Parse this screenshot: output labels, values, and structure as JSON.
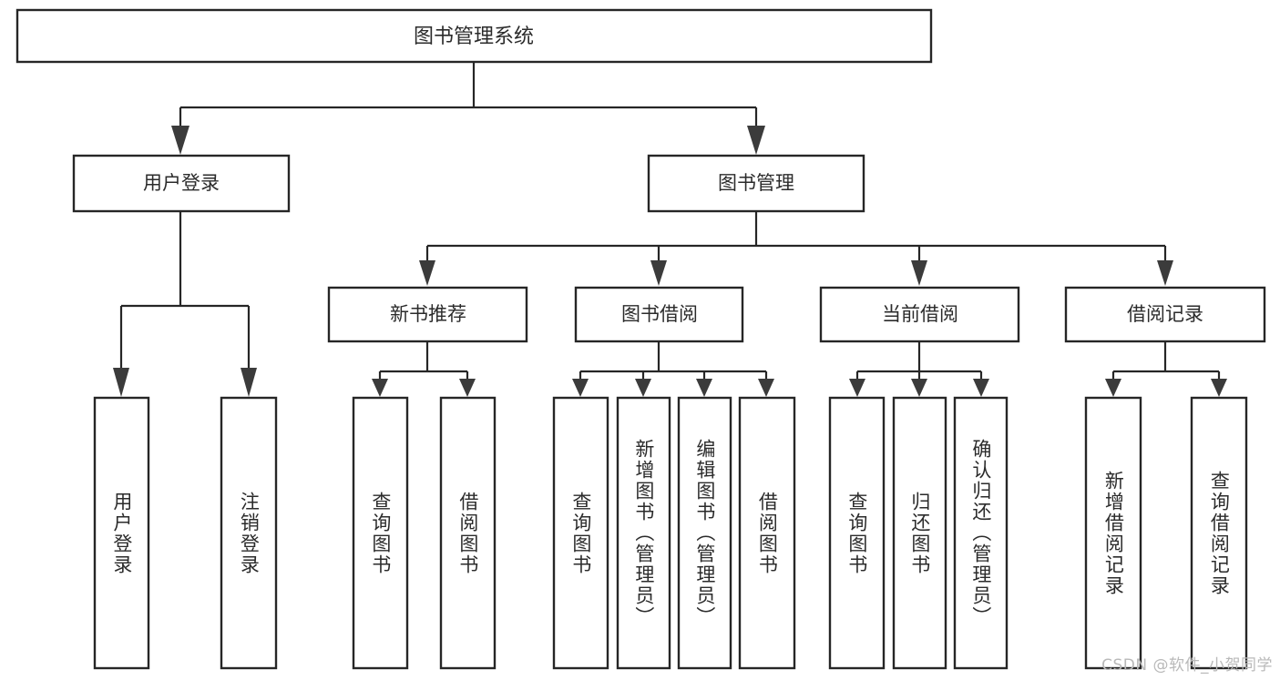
{
  "diagram": {
    "type": "tree",
    "title": "图书管理系统",
    "orientation": "top-down",
    "watermark": "CSDN @软件_小贺同学",
    "colors": {
      "background": "#ffffff",
      "box_stroke": "#262626",
      "box_fill": "#ffffff",
      "text": "#2b2b2b",
      "connector": "#262626",
      "arrow": "#3b3b3b",
      "watermark": "#b9b9b9"
    },
    "root": {
      "label": "图书管理系统"
    },
    "level1": [
      {
        "label": "用户登录"
      },
      {
        "label": "图书管理"
      }
    ],
    "level2": [
      {
        "label": "新书推荐"
      },
      {
        "label": "图书借阅"
      },
      {
        "label": "当前借阅"
      },
      {
        "label": "借阅记录"
      }
    ],
    "leaves": {
      "user_login": [
        {
          "label": "用户登录"
        },
        {
          "label": "注销登录"
        }
      ],
      "new_book_recommend": [
        {
          "label": "查询图书"
        },
        {
          "label": "借阅图书"
        }
      ],
      "book_borrow": [
        {
          "label": "查询图书"
        },
        {
          "label": "新增图书（管理员）"
        },
        {
          "label": "编辑图书（管理员）"
        },
        {
          "label": "借阅图书"
        }
      ],
      "current_borrow": [
        {
          "label": "查询图书"
        },
        {
          "label": "归还图书"
        },
        {
          "label": "确认归还（管理员）"
        }
      ],
      "borrow_record": [
        {
          "label": "新增借阅记录"
        },
        {
          "label": "查询借阅记录"
        }
      ]
    }
  }
}
